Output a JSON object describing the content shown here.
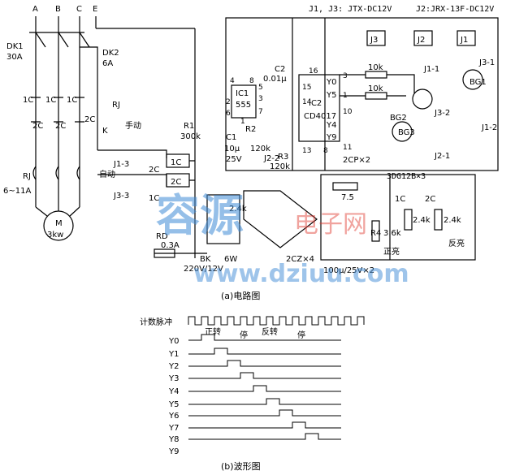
{
  "circuit": {
    "phases": [
      "A",
      "B",
      "C",
      "E"
    ],
    "dk1": "DK1",
    "dk1_rating": "30A",
    "dk2": "DK2",
    "dk2_rating": "6A",
    "contactor_1c": "1C",
    "contactor_2c": "2C",
    "rj": "RJ",
    "rj_range": "6~11A",
    "motor": "M",
    "motor_power": "3kw",
    "k": "K",
    "manual": "手动",
    "auto": "自动",
    "j1_3": "J1-3",
    "j3_3": "J3-3",
    "r1": "R1",
    "r1_value": "300k",
    "rd": "RD",
    "rd_value": "0.3A",
    "bk": "BK",
    "bk_power": "6W",
    "transformer": "220V/12V",
    "relay_j1_j3": "J1, J3: JTX-DC12V",
    "relay_j2": "J2:JRX-13F-DC12V",
    "j1": "J1",
    "j2": "J2",
    "j3": "J3",
    "j1_1": "J1-1",
    "j3_1": "J3-1",
    "j3_2": "J3-2",
    "j1_2": "J1-2",
    "j2_1": "J2-1",
    "j2_2": "J2-2",
    "bg1": "BG1",
    "bg2": "BG2",
    "bg3": "BG3",
    "transistors": "3DG12B×3",
    "ic1": "IC1",
    "ic1_part": "555",
    "ic2": "IC2",
    "ic2_part": "CD4017",
    "c2": "C2",
    "c2_value": "0.01μ",
    "c1": "C1",
    "c1_value": "10μ",
    "c1_voltage": "25V",
    "r2": "R2",
    "r2_value": "120k",
    "r3": "R3",
    "r3_value": "120k",
    "r_10k": "10k",
    "y0": "Y0",
    "y5": "Y5",
    "y4": "Y4",
    "y9": "Y9",
    "diodes_2cp": "2CP×2",
    "r_7_5": "7.5",
    "r_2_4k": "2.4k",
    "r4": "R4",
    "r4_value": "3.6k",
    "bridge": "2CZ×4",
    "caps": "100μ/25V×2",
    "forward_led": "正亮",
    "reverse_led": "反亮",
    "pin_numbers": [
      "8",
      "4",
      "2",
      "6",
      "1",
      "5",
      "3",
      "7",
      "16",
      "15",
      "14",
      "13",
      "3",
      "1",
      "10",
      "11",
      "8"
    ],
    "caption_a": "(a)电路图"
  },
  "waveform": {
    "count_pulse": "计数脉冲",
    "forward": "正转",
    "stop": "停",
    "reverse": "反转",
    "outputs": [
      "Y0",
      "Y1",
      "Y2",
      "Y3",
      "Y4",
      "Y5",
      "Y6",
      "Y7",
      "Y8",
      "Y9"
    ],
    "caption_b": "(b)波形图"
  },
  "watermark": {
    "cn_blue": "容源",
    "cn_red": "电子网",
    "url": "www.dziuu.com"
  }
}
